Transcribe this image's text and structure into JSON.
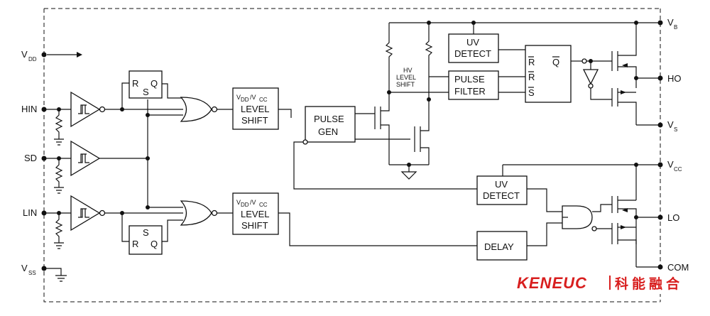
{
  "pins": {
    "vdd": {
      "main": "V",
      "sub": "DD"
    },
    "hin": "HIN",
    "sd": "SD",
    "lin": "LIN",
    "vss": {
      "main": "V",
      "sub": "SS"
    },
    "vb": {
      "main": "V",
      "sub": "B"
    },
    "ho": "HO",
    "vs": {
      "main": "V",
      "sub": "S"
    },
    "vcc": {
      "main": "V",
      "sub": "CC"
    },
    "lo": "LO",
    "com": "COM"
  },
  "blocks": {
    "rs_top": {
      "r": "R",
      "s": "S",
      "q": "Q"
    },
    "rs_bottom": {
      "r": "R",
      "s": "S",
      "q": "Q"
    },
    "level_shift_top": {
      "v1": "V",
      "s1": "DD",
      "slash": "/V",
      "s2": "CC",
      "line1": "LEVEL",
      "line2": "SHIFT"
    },
    "level_shift_bottom": {
      "v1": "V",
      "s1": "DD",
      "slash": "/V",
      "s2": "CC",
      "line1": "LEVEL",
      "line2": "SHIFT"
    },
    "pulse_gen": {
      "line1": "PULSE",
      "line2": "GEN"
    },
    "hv_level_shift": {
      "line1": "HV",
      "line2": "LEVEL",
      "line3": "SHIFT"
    },
    "uv_detect_top": {
      "line1": "UV",
      "line2": "DETECT"
    },
    "pulse_filter": {
      "line1": "PULSE",
      "line2": "FILTER"
    },
    "rs_latch": {
      "rbar_top": "R",
      "r": "R",
      "sbar": "S",
      "qbar": "Q"
    },
    "uv_detect_bottom": {
      "line1": "UV",
      "line2": "DETECT"
    },
    "delay": "DELAY"
  },
  "logo": {
    "en": "KENEUC",
    "cn": "科能融合"
  }
}
